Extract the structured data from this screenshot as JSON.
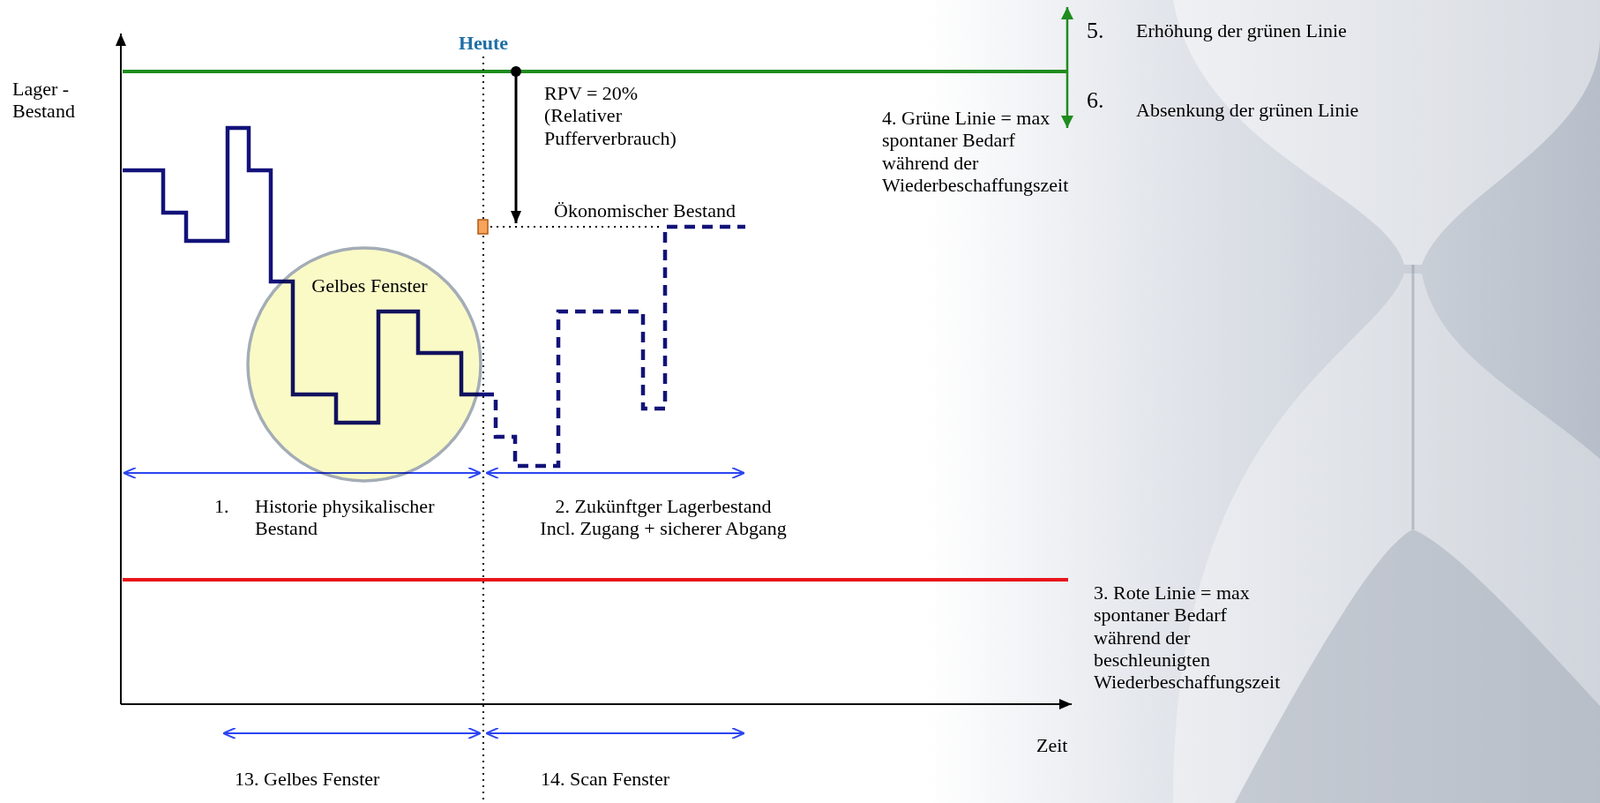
{
  "diagram": {
    "nodes": [
      {
        "text": [
          "Gelbes Fenster"
        ]
      }
    ],
    "labels": [
      "Lager - Bestand",
      "Heute",
      "RPV = 20% (Relativer Pufferverbrauch)",
      "Ökonomischer Bestand",
      "5.",
      "Erhöhung der grünen Linie",
      "6.",
      "Absenkung der grünen Linie",
      "4. Grüne Linie = max spontaner Bedarf während der Wiederbeschaffungszeit",
      "1.",
      "Historie physikalischer Bestand",
      "2. Zukünftger Lagerbestand Incl. Zugang + sicherer Abgang",
      "3. Rote Linie = max spontaner Bedarf während der beschleunigten Wiederbeschaffungszeit",
      "Zeit",
      "13. Gelbes Fenster",
      "14. Scan Fenster"
    ]
  }
}
